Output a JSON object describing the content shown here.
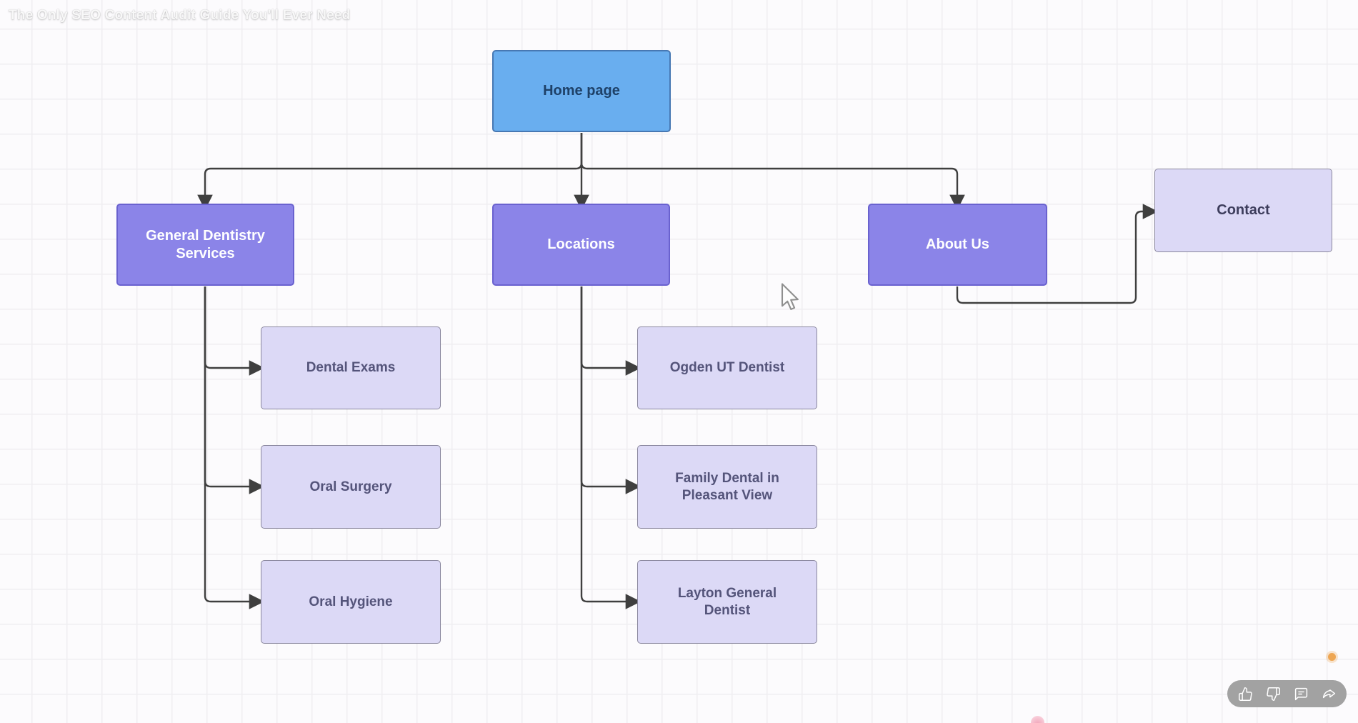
{
  "overlay": {
    "video_title": "The Only SEO Content Audit Guide You'll Ever Need",
    "action_bar": {
      "icons": [
        "thumbs-up",
        "thumbs-down",
        "comment",
        "share"
      ]
    }
  },
  "diagram": {
    "type": "sitemap-flowchart",
    "nodes": {
      "home": {
        "label": "Home page",
        "level": 1
      },
      "general_dentistry": {
        "label": "General Dentistry Services",
        "level": 2
      },
      "locations": {
        "label": "Locations",
        "level": 2
      },
      "about_us": {
        "label": "About Us",
        "level": 2
      },
      "contact": {
        "label": "Contact",
        "level": 2
      },
      "dental_exams": {
        "label": "Dental Exams",
        "level": 3
      },
      "oral_surgery": {
        "label": "Oral Surgery",
        "level": 3
      },
      "oral_hygiene": {
        "label": "Oral Hygiene",
        "level": 3
      },
      "ogden": {
        "label": "Ogden UT Dentist",
        "level": 3
      },
      "family_dental": {
        "label": "Family Dental in Pleasant View",
        "level": 3
      },
      "layton": {
        "label": "Layton General Dentist",
        "level": 3
      }
    },
    "edges": [
      {
        "from": "home",
        "to": "general_dentistry"
      },
      {
        "from": "home",
        "to": "locations"
      },
      {
        "from": "home",
        "to": "about_us"
      },
      {
        "from": "general_dentistry",
        "to": "dental_exams"
      },
      {
        "from": "general_dentistry",
        "to": "oral_surgery"
      },
      {
        "from": "general_dentistry",
        "to": "oral_hygiene"
      },
      {
        "from": "locations",
        "to": "ogden"
      },
      {
        "from": "locations",
        "to": "family_dental"
      },
      {
        "from": "locations",
        "to": "layton"
      },
      {
        "from": "about_us",
        "to": "contact"
      }
    ]
  },
  "colors": {
    "canvas_bg": "#fcfbfd",
    "grid_line": "#efeef1",
    "connector_line": "#3f3f3f",
    "node_primary_fill": "#69aeef",
    "node_primary_border": "#4778b3",
    "node_primary_text": "#1e4168",
    "node_branch_fill": "#8b84e8",
    "node_branch_border": "#6a62cf",
    "node_branch_text": "#ffffff",
    "node_leaf_fill": "#dcd9f6",
    "node_leaf_border": "#8a879e",
    "node_leaf_text": "#54547a",
    "contact_text": "#3d3d5c",
    "pill_bg": "#a2a2a2",
    "pill_icon": "#ffffff",
    "dot_orange": "#eea653",
    "dot_pink": "#f1a6ba"
  }
}
